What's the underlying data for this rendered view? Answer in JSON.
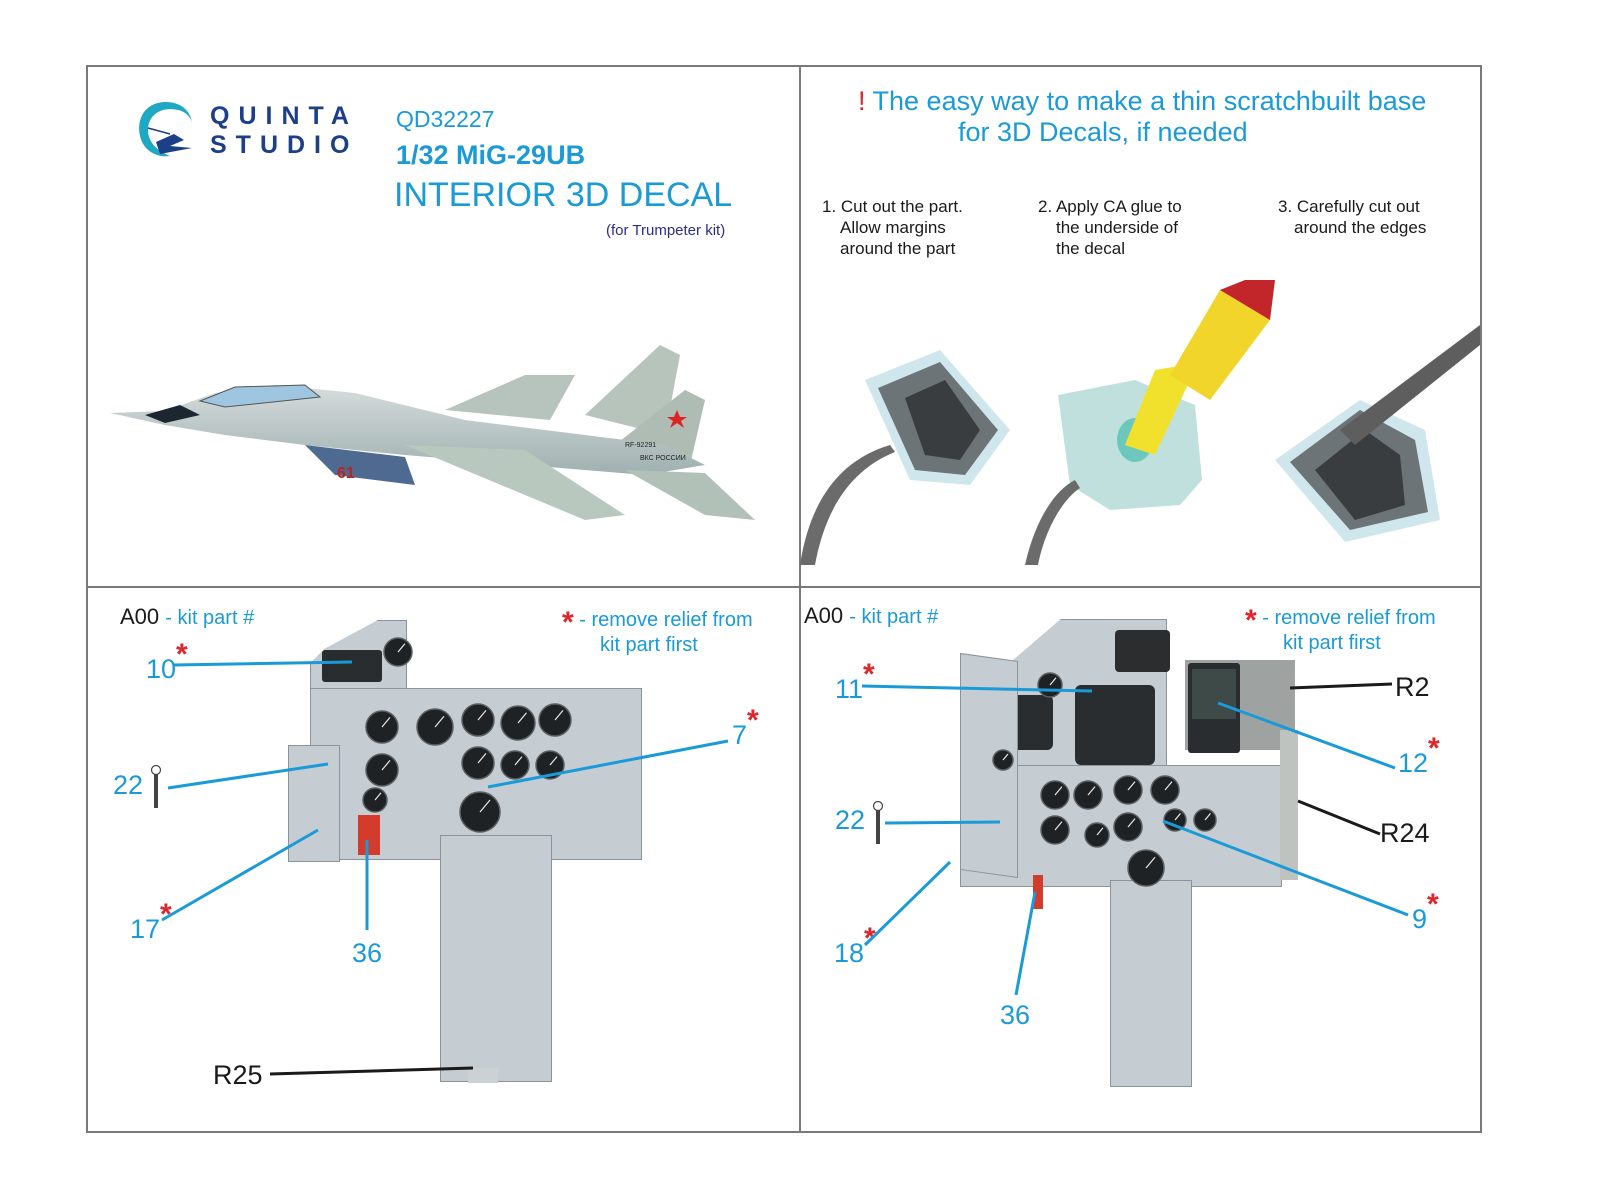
{
  "brand": {
    "logo_icon": "quinta-studio-logo-icon",
    "line1": "QUINTA",
    "line2": "STUDIO"
  },
  "product": {
    "code": "QD32227",
    "model": "1/32 MiG-29UB",
    "title": "INTERIOR 3D DECAL",
    "subtitle": "(for Trumpeter kit)"
  },
  "aircraft_image": {
    "description": "MiG-29UB aircraft illustration",
    "markings": [
      "61",
      "RF-92291",
      "ВКС РОССИИ"
    ]
  },
  "tip": {
    "exclamation": "!",
    "line1": "The easy way to make a thin scratchbuilt base",
    "line2": "for 3D Decals, if needed",
    "steps": [
      {
        "lines": [
          "1. Cut out the part.",
          "Allow margins",
          "around the part"
        ]
      },
      {
        "lines": [
          "2. Apply CA glue to",
          "the underside of",
          "the decal"
        ]
      },
      {
        "lines": [
          "3. Carefully cut out",
          "around the edges"
        ]
      }
    ]
  },
  "legend": {
    "part_code": "A00",
    "part_desc": "- kit part #",
    "star": "*",
    "remove_line1": "- remove relief from",
    "remove_line2": "kit part first"
  },
  "front_cockpit": {
    "callouts": [
      {
        "label": "10",
        "star": true
      },
      {
        "label": "7",
        "star": true
      },
      {
        "label": "22",
        "star": false,
        "icon": "lever-icon"
      },
      {
        "label": "17",
        "star": true
      },
      {
        "label": "36",
        "star": false
      },
      {
        "label": "R25",
        "star": false,
        "style": "black"
      }
    ]
  },
  "rear_cockpit": {
    "callouts": [
      {
        "label": "11",
        "star": true
      },
      {
        "label": "R2",
        "star": false,
        "style": "black"
      },
      {
        "label": "12",
        "star": true
      },
      {
        "label": "22",
        "star": false,
        "icon": "lever-icon"
      },
      {
        "label": "R24",
        "star": false,
        "style": "black"
      },
      {
        "label": "18",
        "star": true
      },
      {
        "label": "9",
        "star": true
      },
      {
        "label": "36",
        "star": false
      }
    ]
  },
  "colors": {
    "accent_blue": "#1a9ad9",
    "star_red": "#e0242b",
    "logo_navy": "#1d3f8a",
    "frame_gray": "#7a7a7a",
    "panel_gray": "#c5ccd2"
  }
}
